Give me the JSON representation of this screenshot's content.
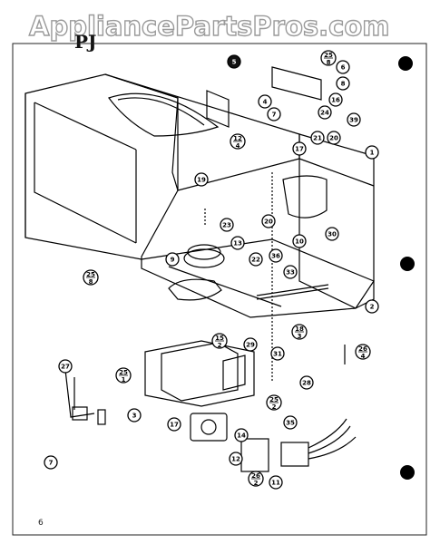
{
  "watermark": "AppliancePartsPros.com",
  "diagram_label": "PJ",
  "page_number": "6",
  "callouts": [
    {
      "id": "c5",
      "label": "5",
      "filled": true
    },
    {
      "id": "c4",
      "label": "4",
      "filled": false
    },
    {
      "id": "c6",
      "label": "6",
      "filled": false
    },
    {
      "id": "c8",
      "label": "8",
      "filled": false
    },
    {
      "id": "c25a",
      "label": "25",
      "sub": "8",
      "filled": false
    },
    {
      "id": "c16",
      "label": "16",
      "filled": false
    },
    {
      "id": "c24",
      "label": "24",
      "filled": false
    },
    {
      "id": "c39",
      "label": "39",
      "filled": false
    },
    {
      "id": "c7a",
      "label": "7",
      "filled": false
    },
    {
      "id": "c17a",
      "label": "17",
      "filled": false
    },
    {
      "id": "c21",
      "label": "21",
      "filled": false
    },
    {
      "id": "c20a",
      "label": "20",
      "filled": false
    },
    {
      "id": "c1",
      "label": "1",
      "filled": false
    },
    {
      "id": "c12a",
      "label": "12",
      "sub": "4",
      "filled": false
    },
    {
      "id": "c19",
      "label": "19",
      "filled": false
    },
    {
      "id": "c23",
      "label": "23",
      "filled": false
    },
    {
      "id": "c20b",
      "label": "20",
      "filled": false
    },
    {
      "id": "c10",
      "label": "10",
      "filled": false
    },
    {
      "id": "c30",
      "label": "30",
      "filled": false
    },
    {
      "id": "c13",
      "label": "13",
      "filled": false
    },
    {
      "id": "c9",
      "label": "9",
      "filled": false
    },
    {
      "id": "c22",
      "label": "22",
      "filled": false
    },
    {
      "id": "c36",
      "label": "36",
      "filled": false
    },
    {
      "id": "c25b",
      "label": "25",
      "sub": "8",
      "filled": false
    },
    {
      "id": "c33",
      "label": "33",
      "filled": false
    },
    {
      "id": "c2",
      "label": "2",
      "filled": false
    },
    {
      "id": "c18",
      "label": "18",
      "sub": "3",
      "filled": false
    },
    {
      "id": "c31",
      "label": "31",
      "filled": false
    },
    {
      "id": "c26a",
      "label": "26",
      "sub": "4",
      "filled": false
    },
    {
      "id": "c15",
      "label": "15",
      "sub": "2",
      "filled": false
    },
    {
      "id": "c29",
      "label": "29",
      "filled": false
    },
    {
      "id": "c27",
      "label": "27",
      "filled": false
    },
    {
      "id": "c25c",
      "label": "25",
      "sub": "1",
      "filled": false
    },
    {
      "id": "c3",
      "label": "3",
      "filled": false
    },
    {
      "id": "c28",
      "label": "28",
      "filled": false
    },
    {
      "id": "c25d",
      "label": "25",
      "sub": "2",
      "filled": false
    },
    {
      "id": "c17b",
      "label": "17",
      "filled": false
    },
    {
      "id": "c35",
      "label": "35",
      "filled": false
    },
    {
      "id": "c14",
      "label": "14",
      "filled": false
    },
    {
      "id": "c12b",
      "label": "12",
      "filled": false
    },
    {
      "id": "c7b",
      "label": "7",
      "filled": false
    },
    {
      "id": "c26b",
      "label": "26",
      "sub": "2",
      "filled": false
    },
    {
      "id": "c11",
      "label": "11",
      "filled": false
    }
  ]
}
